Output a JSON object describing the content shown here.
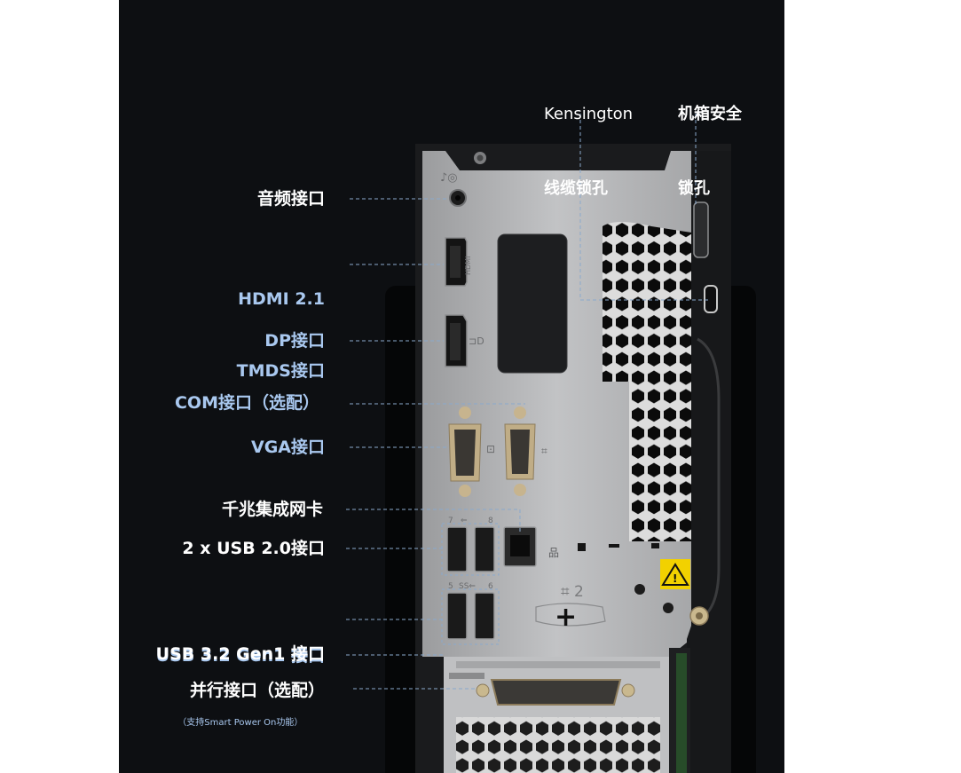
{
  "labels": {
    "kensington": [
      "Kensington",
      "线缆锁孔"
    ],
    "chassis_lock": [
      "机箱安全",
      "锁孔"
    ],
    "audio": "音频接口",
    "hdmi": [
      "HDMI 2.1",
      "TMDS接口"
    ],
    "dp": "DP接口",
    "com": "COM接口（选配）",
    "vga": "VGA接口",
    "lan": "千兆集成网卡",
    "usb2": "2 x USB 2.0接口",
    "usb32_spo": "USB 3.2 Gen1 接口",
    "usb32_spo_note": "（支持Smart Power On功能）",
    "usb32": "USB 3.2 Gen1 接口",
    "parallel": "并行接口（选配）"
  },
  "colors": {
    "label_white": "#ffffff",
    "label_blue": "#a9c8ef",
    "leader_line": "#8aa9cc",
    "background": "#0d0f12",
    "chassis_plate": "#b8b9bb"
  },
  "port_numbers": {
    "usb_top": [
      "7",
      "8"
    ],
    "usb_bottom": [
      "5",
      "6"
    ],
    "fan_mark": "2"
  },
  "icons": [
    "audio-icon",
    "hdmi-logo",
    "dp-icon",
    "usb-icon",
    "ss-usb-icon",
    "network-icon",
    "warning-triangle-icon",
    "lock-icon"
  ]
}
